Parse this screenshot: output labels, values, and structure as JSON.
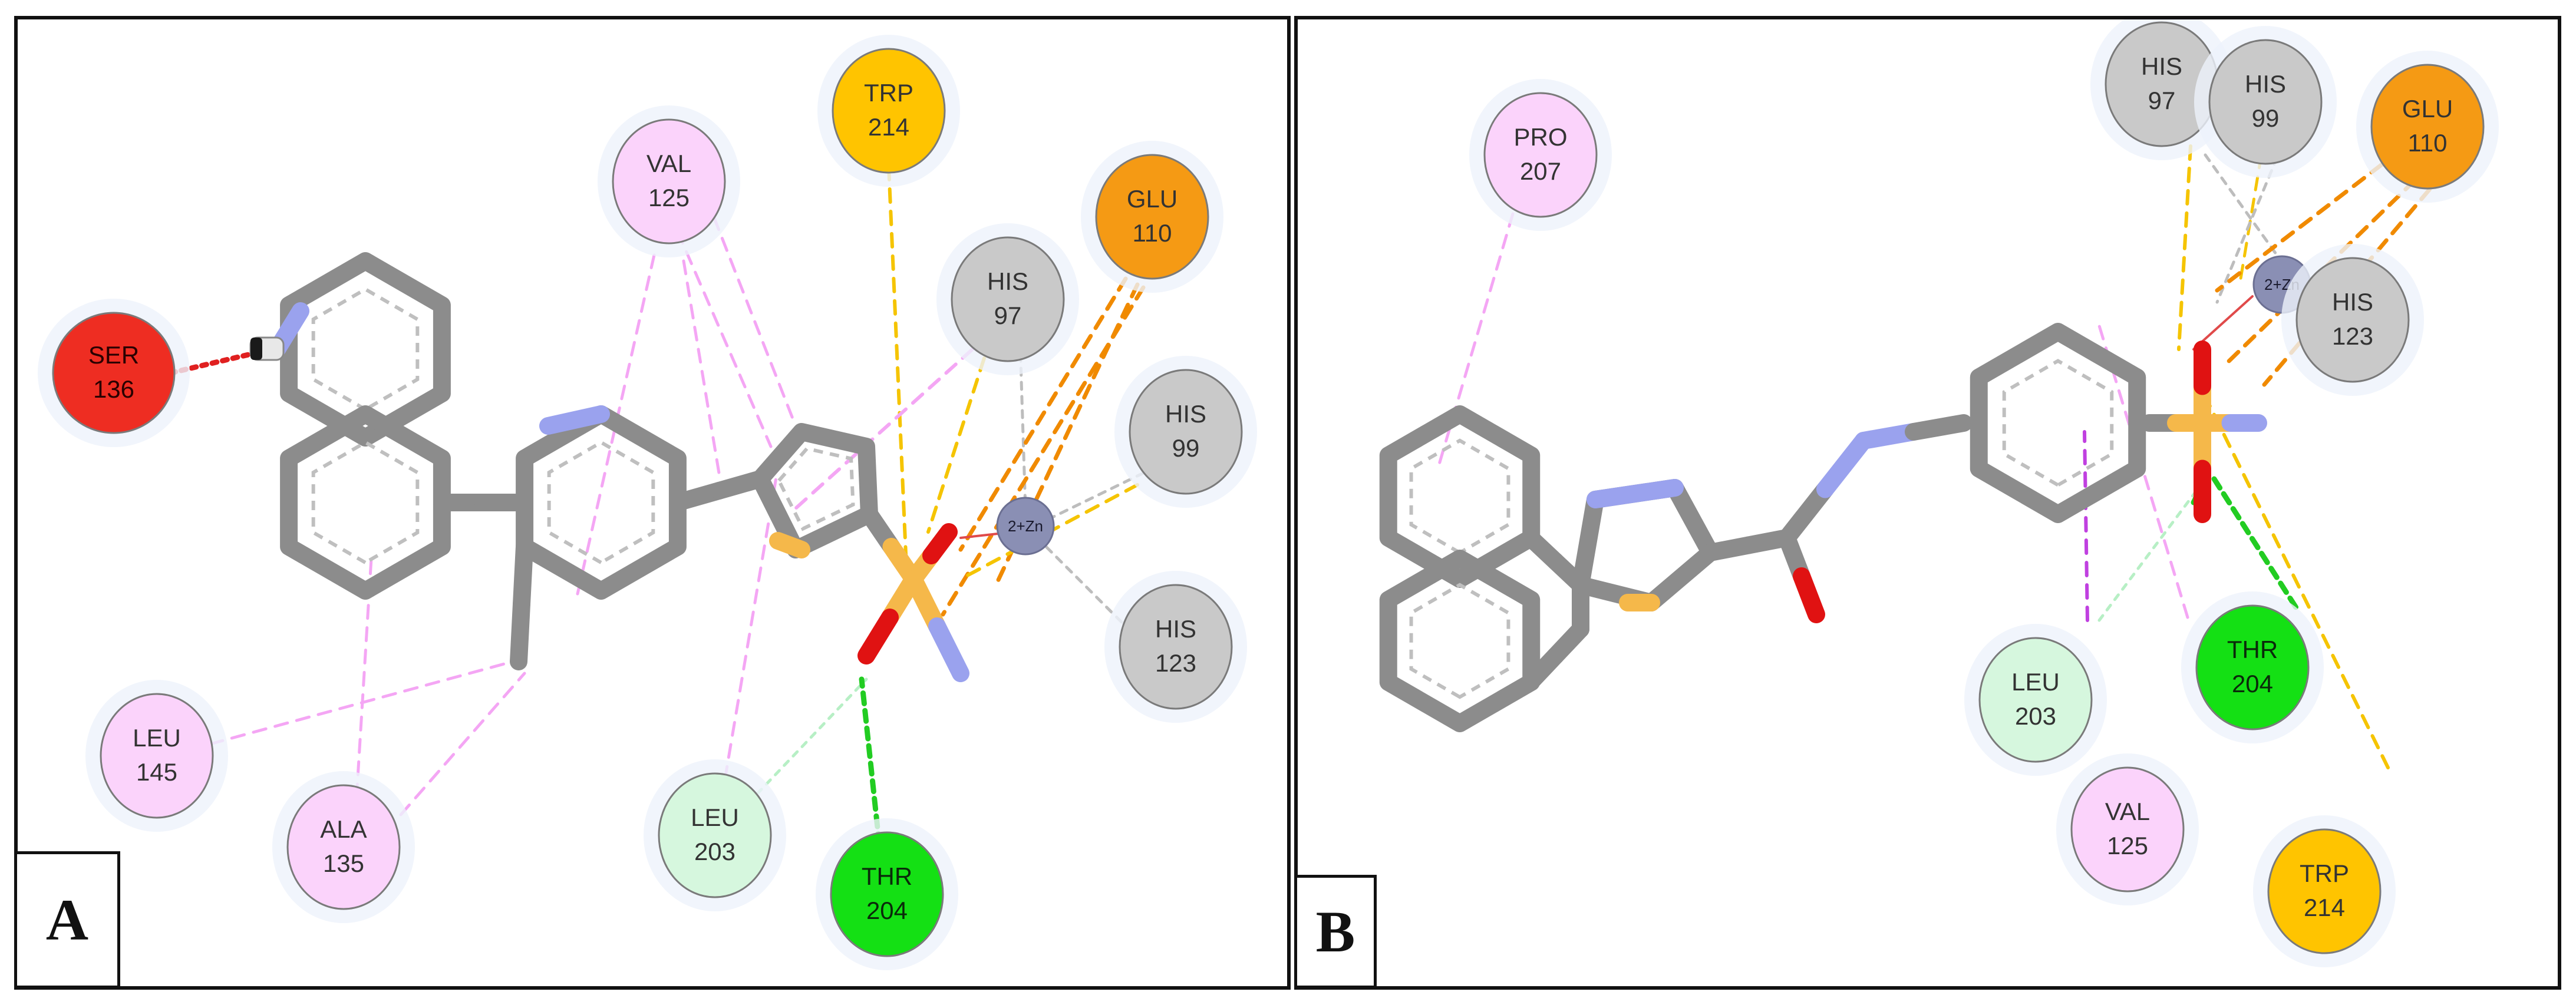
{
  "figure": {
    "panels": [
      {
        "id": "A",
        "label": "A",
        "residues": [
          {
            "key": "ser136",
            "name": "SER",
            "number": "136",
            "kind": "conventional-h-bond",
            "color": "#ee2d22",
            "text_color": "#2a0000"
          },
          {
            "key": "val125",
            "name": "VAL",
            "number": "125",
            "kind": "pi-alkyl",
            "color": "#fbd3fb",
            "text_color": "#333333"
          },
          {
            "key": "trp214",
            "name": "TRP",
            "number": "214",
            "kind": "pi-sulfur",
            "color": "#ffc400",
            "text_color": "#333333"
          },
          {
            "key": "glu110",
            "name": "GLU",
            "number": "110",
            "kind": "attractive-charge",
            "color": "#f59a14",
            "text_color": "#333333"
          },
          {
            "key": "his97",
            "name": "HIS",
            "number": "97",
            "kind": "metal-acceptor",
            "color": "#c9c9c9",
            "text_color": "#333333"
          },
          {
            "key": "his99",
            "name": "HIS",
            "number": "99",
            "kind": "metal-acceptor",
            "color": "#c9c9c9",
            "text_color": "#333333"
          },
          {
            "key": "his123",
            "name": "HIS",
            "number": "123",
            "kind": "metal-acceptor",
            "color": "#c9c9c9",
            "text_color": "#333333"
          },
          {
            "key": "leu145",
            "name": "LEU",
            "number": "145",
            "kind": "alkyl",
            "color": "#fbd3fb",
            "text_color": "#333333"
          },
          {
            "key": "ala135",
            "name": "ALA",
            "number": "135",
            "kind": "alkyl",
            "color": "#fbd3fb",
            "text_color": "#333333"
          },
          {
            "key": "leu203",
            "name": "LEU",
            "number": "203",
            "kind": "van-der-waals",
            "color": "#d6f7de",
            "text_color": "#333333"
          },
          {
            "key": "thr204",
            "name": "THR",
            "number": "204",
            "kind": "conventional-h-bond",
            "color": "#14e014",
            "text_color": "#0a2a0a"
          }
        ],
        "metal_label": "2+Zn"
      },
      {
        "id": "B",
        "label": "B",
        "residues": [
          {
            "key": "pro207",
            "name": "PRO",
            "number": "207",
            "kind": "pi-alkyl",
            "color": "#fbd3fb",
            "text_color": "#333333"
          },
          {
            "key": "his97",
            "name": "HIS",
            "number": "97",
            "kind": "metal-acceptor",
            "color": "#c9c9c9",
            "text_color": "#333333"
          },
          {
            "key": "his99",
            "name": "HIS",
            "number": "99",
            "kind": "metal-acceptor",
            "color": "#c9c9c9",
            "text_color": "#333333"
          },
          {
            "key": "glu110",
            "name": "GLU",
            "number": "110",
            "kind": "attractive-charge",
            "color": "#f59a14",
            "text_color": "#333333"
          },
          {
            "key": "his123",
            "name": "HIS",
            "number": "123",
            "kind": "metal-acceptor",
            "color": "#c9c9c9",
            "text_color": "#333333"
          },
          {
            "key": "leu203",
            "name": "LEU",
            "number": "203",
            "kind": "van-der-waals",
            "color": "#d6f7de",
            "text_color": "#333333"
          },
          {
            "key": "thr204",
            "name": "THR",
            "number": "204",
            "kind": "conventional-h-bond",
            "color": "#14e014",
            "text_color": "#0a2a0a"
          },
          {
            "key": "val125",
            "name": "VAL",
            "number": "125",
            "kind": "pi-alkyl",
            "color": "#fbd3fb",
            "text_color": "#333333"
          },
          {
            "key": "trp214",
            "name": "TRP",
            "number": "214",
            "kind": "pi-sulfur",
            "color": "#ffc400",
            "text_color": "#333333"
          }
        ],
        "metal_label": "2+Zn"
      }
    ],
    "interaction_colors": {
      "conventional-h-bond": "#22cc22",
      "van-der-waals": "#b7efc5",
      "pi-alkyl": "#f4a6f4",
      "pi-sulfur": "#f5c400",
      "attractive-charge": "#f08a00",
      "metal-acceptor": "#bdbdbd",
      "pi-sigma": "#c040e0",
      "unfavorable": "#e02020"
    },
    "atom_colors": {
      "carbon": "#8c8c8c",
      "nitrogen": "#9aa2ee",
      "sulfur": "#f5b84a",
      "oxygen": "#e01212",
      "metal": "#8a8fb4",
      "hydrogen": "#ffffff"
    }
  }
}
